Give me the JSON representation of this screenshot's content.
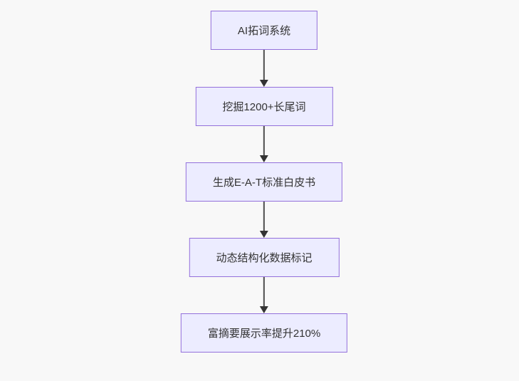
{
  "page": {
    "background_color": "#f8f8f8"
  },
  "flowchart": {
    "type": "flowchart",
    "direction": "top-down",
    "node_fill_color": "#ECECFF",
    "node_border_color": "#9370DB",
    "node_text_color": "#333333",
    "arrow_color": "#333333",
    "nodes": [
      {
        "label": "AI拓词系统"
      },
      {
        "label": "挖掘1200+长尾词"
      },
      {
        "label": "生成E-A-T标准白皮书"
      },
      {
        "label": "动态结构化数据标记"
      },
      {
        "label": "富摘要展示率提升210%"
      }
    ]
  }
}
